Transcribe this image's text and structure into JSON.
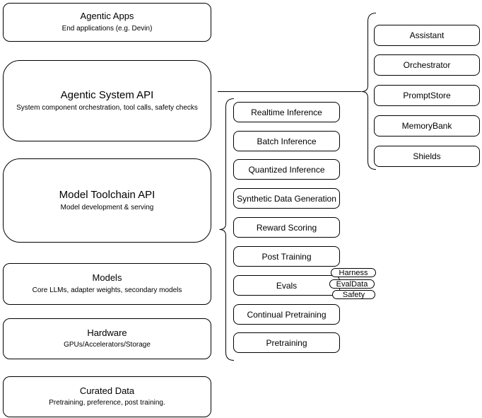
{
  "nodes": {
    "left": [
      {
        "title": "Agentic Apps",
        "subtitle": "End applications (e.g. Devin)"
      },
      {
        "title": "Agentic System API",
        "subtitle": "System component orchestration, tool calls, safety checks"
      },
      {
        "title": "Model Toolchain API",
        "subtitle": "Model development & serving"
      },
      {
        "title": "Models",
        "subtitle": "Core LLMs, adapter weights, secondary models"
      },
      {
        "title": "Hardware",
        "subtitle": "GPUs/Accelerators/Storage"
      },
      {
        "title": "Curated Data",
        "subtitle": "Pretraining, preference, post training."
      }
    ],
    "toolchain": [
      "Realtime Inference",
      "Batch Inference",
      "Quantized Inference",
      "Synthetic Data Generation",
      "Reward Scoring",
      "Post Training",
      "Evals",
      "Continual Pretraining",
      "Pretraining"
    ],
    "eval_tags": [
      "Harness",
      "EvalData",
      "Safety"
    ],
    "system": [
      "Assistant",
      "Orchestrator",
      "PromptStore",
      "MemoryBank",
      "Shields"
    ]
  },
  "colors": {
    "stroke": "#000000",
    "background": "#ffffff",
    "text": "#000000"
  }
}
